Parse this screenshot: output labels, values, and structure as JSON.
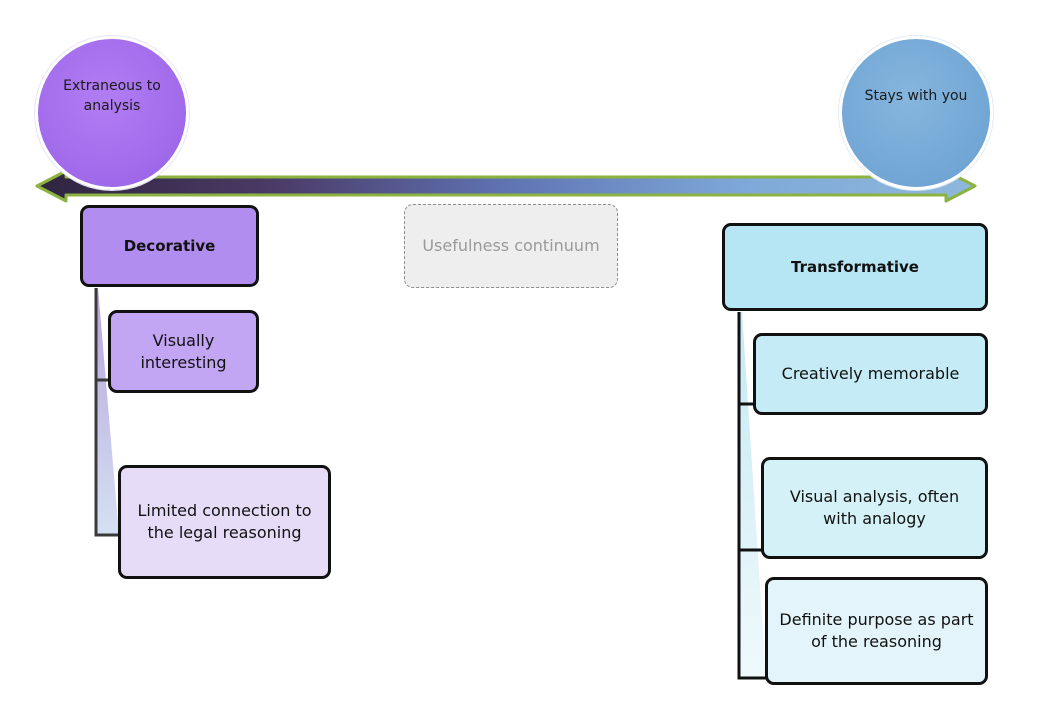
{
  "diagram": {
    "circles": {
      "left": {
        "label": "Extraneous to analysis"
      },
      "right": {
        "label": "Stays with you"
      }
    },
    "center_label": "Usefulness continuum",
    "left_branch": {
      "header": "Decorative",
      "items": [
        {
          "label": "Visually interesting"
        },
        {
          "label": "Limited connection to the  legal reasoning"
        }
      ]
    },
    "right_branch": {
      "header": "Transformative",
      "items": [
        {
          "label": "Creatively memorable"
        },
        {
          "label": "Visual analysis, often with analogy"
        },
        {
          "label": "Definite purpose as part of the reasoning"
        }
      ]
    },
    "colors": {
      "arrow_border": "#8cb23f",
      "arrow_dark": "#3c2a4e",
      "arrow_light": "#8fb8dc",
      "decorative": "#b28df0",
      "transformative": "#b6e6f4"
    }
  }
}
